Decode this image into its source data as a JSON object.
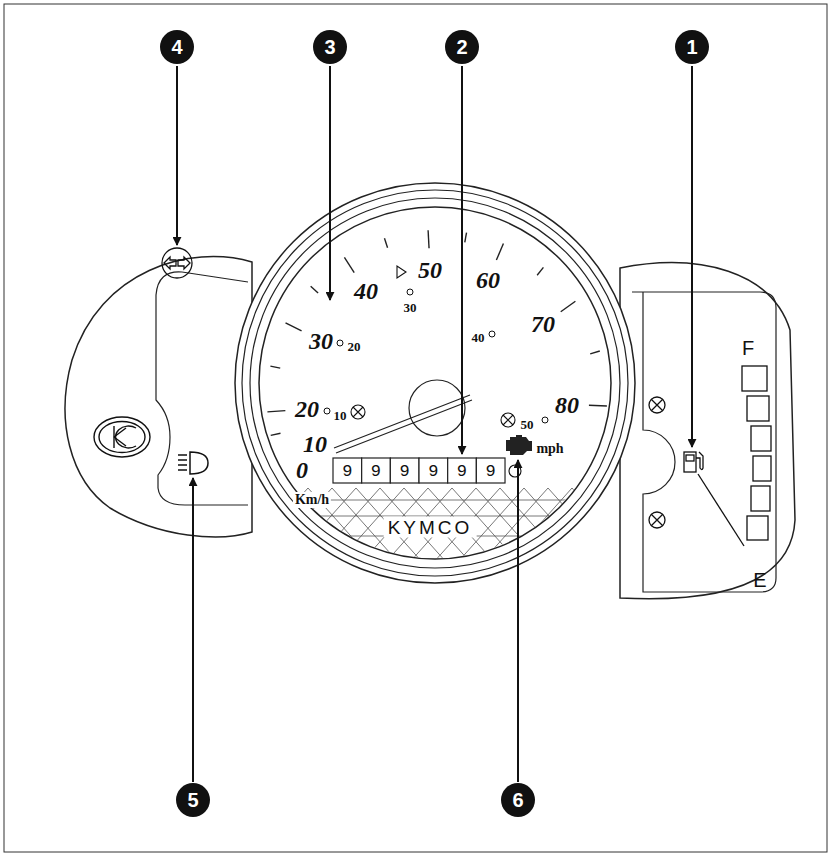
{
  "diagram": {
    "labels": [
      "4",
      "3",
      "2",
      "1",
      "5",
      "6",
      "0",
      "10",
      "20",
      "30",
      "40",
      "50",
      "60",
      "70",
      "80",
      "10",
      "20",
      "30",
      "40",
      "50",
      "mph",
      "Km/h",
      "KYMCO",
      "9",
      "9",
      "9",
      "9",
      "9",
      "9",
      "F",
      "E"
    ]
  }
}
